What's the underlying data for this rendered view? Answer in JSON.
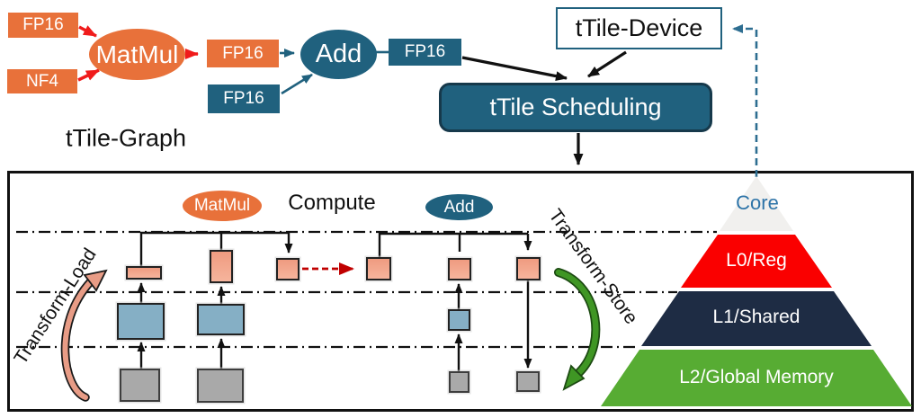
{
  "graph": {
    "label": "tTile-Graph",
    "input_a": "FP16",
    "input_b": "NF4",
    "matmul": "MatMul",
    "matmul_output": "FP16",
    "add_input": "FP16",
    "add": "Add",
    "add_output": "FP16"
  },
  "device": {
    "label": "tTile-Device"
  },
  "scheduling": {
    "label": "tTile Scheduling"
  },
  "panel": {
    "compute": "Compute",
    "matmul_op": "MatMul",
    "add_op": "Add",
    "transform_load": "Transform-Load",
    "transform_store": "Transform-Store",
    "pyramid": {
      "core": "Core",
      "levels": [
        {
          "label": "L0/Reg",
          "color": "#FA0000"
        },
        {
          "label": "L1/Shared",
          "color": "#1E2C44"
        },
        {
          "label": "L2/Global Memory",
          "color": "#57AC33"
        }
      ]
    }
  },
  "colors": {
    "orange": "#E8713A",
    "teal": "#20617E",
    "teal_border": "#16394B",
    "red_arrow": "#F01B1B",
    "dashed_red_arrow": "#C00000",
    "salmon_tile": "#F3A68C",
    "steel_blue_tile": "#85AFC5",
    "gray_tile": "#A9A9A9",
    "core_text": "#2E74A8",
    "green_arrow": "#3F9624",
    "pink_arrow": "#E89C86",
    "dashed_teal": "#2E6E91"
  }
}
